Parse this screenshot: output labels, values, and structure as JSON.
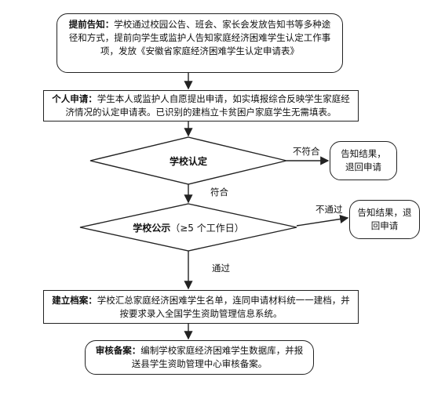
{
  "steps": {
    "notice": {
      "title": "提前告知：",
      "text": "学校通过校园公告、班会、家长会发放告知书等多种途径和方式，提前向学生或监护人告知家庭经济困难学生认定工作事项，发放《安徽省家庭经济困难学生认定申请表》"
    },
    "apply": {
      "title": "个人申请：",
      "text": "学生本人或监护人自愿提出申请，如实填报综合反映学生家庭经济情况的认定申请表。已识别的建档立卡贫困户家庭学生无需填表。"
    },
    "school_review": {
      "label": "学校认定"
    },
    "school_public": {
      "label": "学校公示",
      "note": "（≥5 个工作日）"
    },
    "archive": {
      "title": "建立档案：",
      "text": "学校汇总家庭经济困难学生名单，连同申请材料统一一建档，并按要求录入全国学生资助管理信息系统。"
    },
    "record": {
      "title": "审核备案：",
      "text": "编制学校家庭经济困难学生数据库，并报送县学生资助管理中心审核备案。"
    }
  },
  "side": {
    "reject1": "告知结果，退回申请",
    "reject2": "告知结果，退回申请"
  },
  "edges": {
    "not_match": "不符合",
    "match": "符合",
    "not_pass": "不通过",
    "pass": "通过"
  }
}
